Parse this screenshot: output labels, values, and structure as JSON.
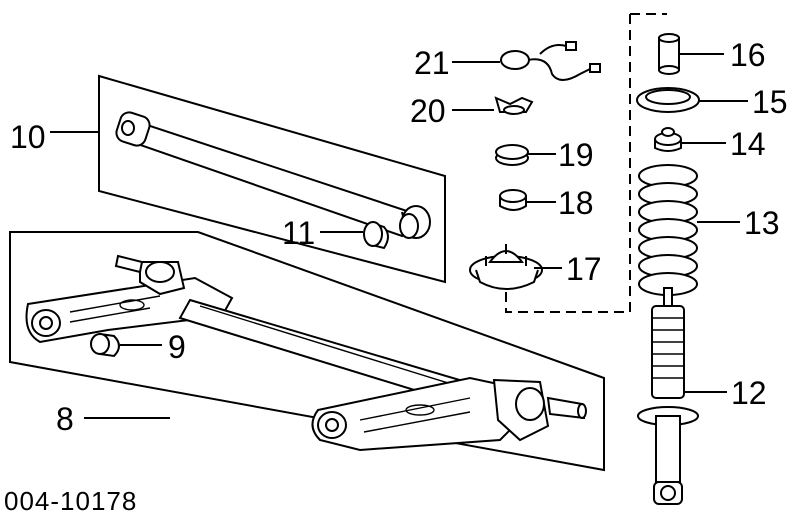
{
  "diagram": {
    "reference_code": "004-10178",
    "callouts": [
      "8",
      "9",
      "10",
      "11",
      "12",
      "13",
      "14",
      "15",
      "16",
      "17",
      "18",
      "19",
      "20",
      "21"
    ]
  }
}
